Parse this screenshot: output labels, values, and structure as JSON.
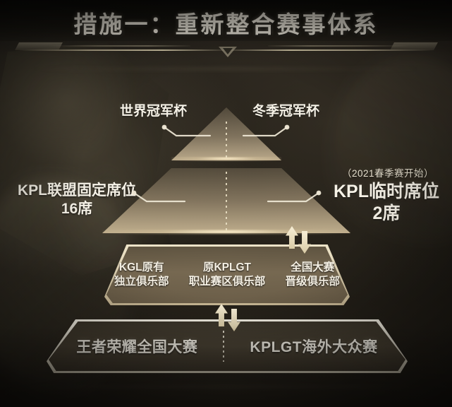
{
  "header": {
    "title": "措施一：重新整合赛事体系"
  },
  "pyramid": {
    "tier1": {
      "labels": [
        {
          "text": "世界冠军杯",
          "side": "left"
        },
        {
          "text": "冬季冠军杯",
          "side": "right"
        }
      ]
    },
    "tier2": {
      "left_label": {
        "line1": "KPL联盟固定席位",
        "line2": "16席"
      },
      "right_label": {
        "note": "（2021春季赛开始）",
        "line1": "KPL临时席位",
        "line2": "2席"
      }
    },
    "tier3": {
      "columns": [
        {
          "line1": "KGL原有",
          "line2": "独立俱乐部"
        },
        {
          "line1": "原KPLGT",
          "line2": "职业赛区俱乐部"
        },
        {
          "line1": "全国大赛",
          "line2": "晋级俱乐部"
        }
      ]
    },
    "base": {
      "columns": [
        {
          "text": "王者荣耀全国大赛"
        },
        {
          "text": "KPLGT海外大众赛"
        }
      ]
    },
    "arrows": [
      {
        "name": "promotion-arrow-upper",
        "direction": "up"
      },
      {
        "name": "relegation-arrow-upper",
        "direction": "down"
      },
      {
        "name": "promotion-arrow-lower",
        "direction": "up"
      },
      {
        "name": "relegation-arrow-lower",
        "direction": "down"
      }
    ]
  },
  "colors": {
    "title_text": "#f4efe2",
    "pyramid_face": "#9c8a71",
    "border_gold": "#f8eed2",
    "background": "#221e18"
  }
}
